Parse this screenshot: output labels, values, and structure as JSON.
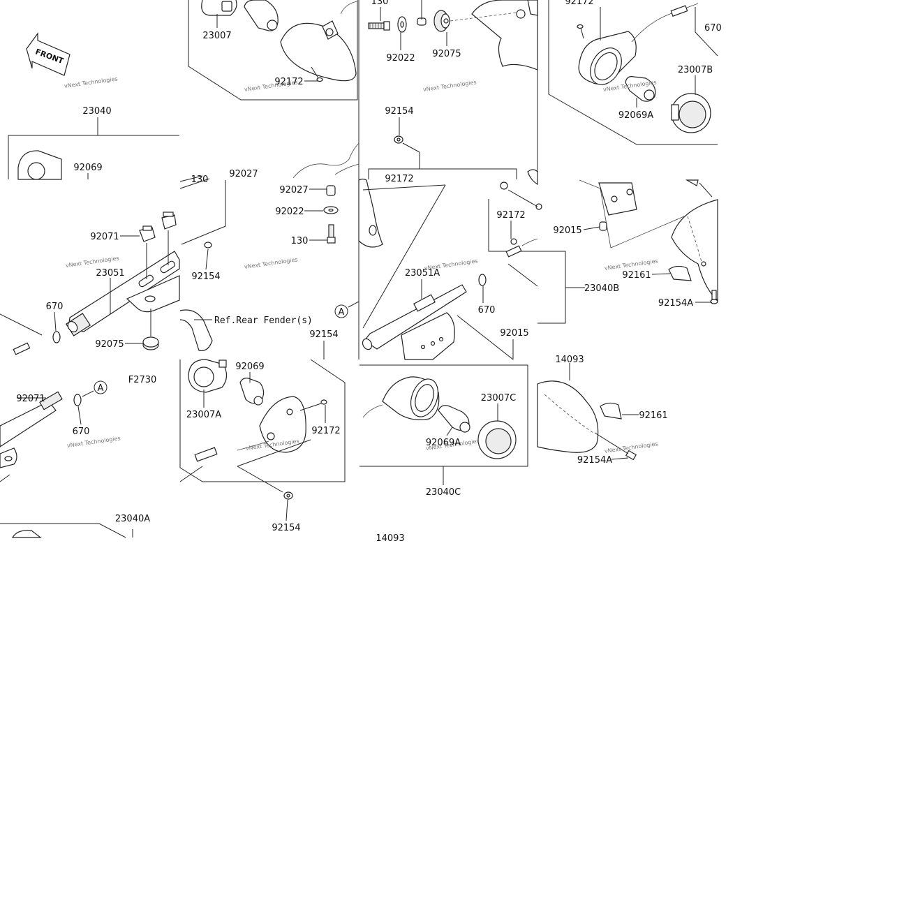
{
  "labels": {
    "p130_top": "130",
    "p23007": "23007",
    "p92022_top": "92022",
    "p92075_top": "92075",
    "p92172_top_mid": "92172",
    "p92172_top_right": "92172",
    "p670_top_right": "670",
    "p23007B": "23007B",
    "p92069A_top": "92069A",
    "p23040": "23040",
    "p92069_left": "92069",
    "p92154_center_top": "92154",
    "p92027_left": "92027",
    "p130_left_cut": "130",
    "p92027_mid": "92027",
    "p92022_mid": "92022",
    "p130_mid": "130",
    "p92172_center": "92172",
    "p92071_left": "92071",
    "p23051": "23051",
    "p92154_left_mid": "92154",
    "p670_left": "670",
    "p92075_left": "92075",
    "p92172_right": "92172",
    "p92015_right": "92015",
    "p92161_right": "92161",
    "p92154A_right": "92154A",
    "p23051A": "23051A",
    "p670_center": "670",
    "p23040B": "23040B",
    "p92015_center": "92015",
    "ref_fender": "Ref.Rear Fender(s)",
    "p92154_center_low": "92154",
    "callout_A_center": "A",
    "callout_A_left": "A",
    "fig_code": "F2730",
    "p92071_low": "92071",
    "p670_low": "670",
    "p92069_low": "92069",
    "p23007A": "23007A",
    "p92172_low": "92172",
    "p23007C": "23007C",
    "p92069A_low": "92069A",
    "p14093_right": "14093",
    "p92161_low": "92161",
    "p92154A_low": "92154A",
    "p23040C": "23040C",
    "p92154_bottom": "92154",
    "p23040A": "23040A",
    "p14093_bottom": "14093",
    "front_label": "FRONT"
  },
  "watermark": "vNext Technologies"
}
